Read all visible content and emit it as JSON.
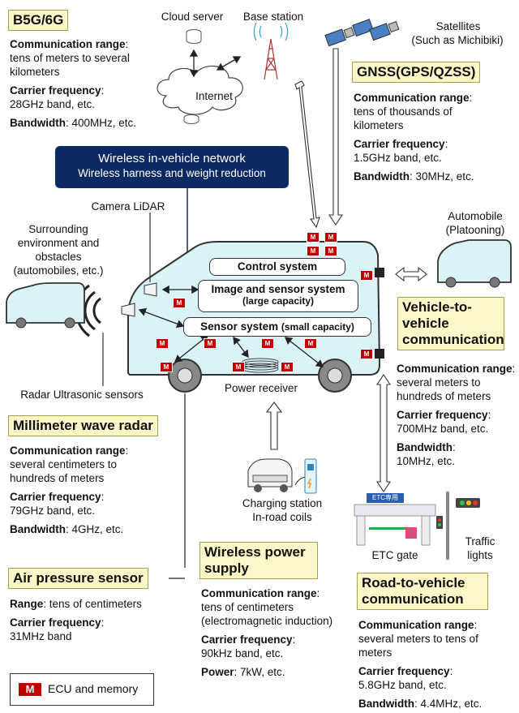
{
  "b5g": {
    "title": "B5G/6G",
    "range_key": "Communication range",
    "range_val": "tens of meters to several kilometers",
    "freq_key": "Carrier frequency",
    "freq_val": "28GHz band, etc.",
    "bw_key": "Bandwidth",
    "bw_val": "400MHz, etc."
  },
  "top": {
    "cloud_server": "Cloud server",
    "base_station": "Base station",
    "internet": "Internet",
    "satellites": "Satellites",
    "satellites_sub": "(Such as Michibiki)"
  },
  "gnss": {
    "title": "GNSS(GPS/QZSS)",
    "range_key": "Communication range",
    "range_val": "tens of thousands of kilometers",
    "freq_key": "Carrier frequency",
    "freq_val": "1.5GHz band, etc.",
    "bw_key": "Bandwidth",
    "bw_val": "30MHz, etc."
  },
  "in_vehicle": {
    "line1": "Wireless in-vehicle network",
    "line2": "Wireless harness and weight reduction"
  },
  "camera_lidar": "Camera LiDAR",
  "surrounding": "Surrounding environment and obstacles (automobiles, etc.)",
  "automobile": "Automobile (Platooning)",
  "systems": {
    "control": "Control system",
    "image_line1": "Image and sensor system",
    "image_line2": "(large capacity)",
    "sensor": "Sensor system",
    "sensor_sub": "(small capacity)"
  },
  "power_receiver": "Power receiver",
  "radar_ultrasonic": "Radar Ultrasonic sensors",
  "v2v": {
    "title": "Vehicle-to-vehicle communication",
    "range_key": "Communication range",
    "range_val": "several meters to hundreds of meters",
    "freq_key": "Carrier frequency",
    "freq_val": "700MHz band, etc.",
    "bw_key": "Bandwidth",
    "bw_val": "10MHz, etc."
  },
  "mmw": {
    "title": "Millimeter wave radar",
    "range_key": "Communication range",
    "range_val": "several centimeters to hundreds of meters",
    "freq_key": "Carrier frequency",
    "freq_val": "79GHz band, etc.",
    "bw_key": "Bandwidth",
    "bw_val": "4GHz, etc."
  },
  "charging": {
    "line1": "Charging station",
    "line2": "In-road coils"
  },
  "etc_gate": "ETC gate",
  "etc_sign": "ETC専用",
  "traffic_lights": "Traffic lights",
  "air": {
    "title": "Air pressure sensor",
    "range_key": "Range",
    "range_val": "tens of centimeters",
    "freq_key": "Carrier frequency",
    "freq_val": "31MHz band"
  },
  "wps": {
    "title": "Wireless power supply",
    "range_key": "Communication range",
    "range_val": "tens of centimeters (electromagnetic induction)",
    "freq_key": "Carrier frequency",
    "freq_val": "90kHz band, etc.",
    "power_key": "Power",
    "power_val": "7kW, etc."
  },
  "r2v": {
    "title": "Road-to-vehicle communication",
    "range_key": "Communication range",
    "range_val": "several meters to tens of meters",
    "freq_key": "Carrier frequency",
    "freq_val": "5.8GHz band, etc.",
    "bw_key": "Bandwidth",
    "bw_val": "4.4MHz, etc."
  },
  "legend": {
    "mark": "M",
    "text": "ECU and memory"
  },
  "colors": {
    "ecu_red": "#c00000",
    "navy": "#0b2a63",
    "vehicle_fill": "#d9f3f8",
    "yellow_box": "#fdf6c9"
  }
}
